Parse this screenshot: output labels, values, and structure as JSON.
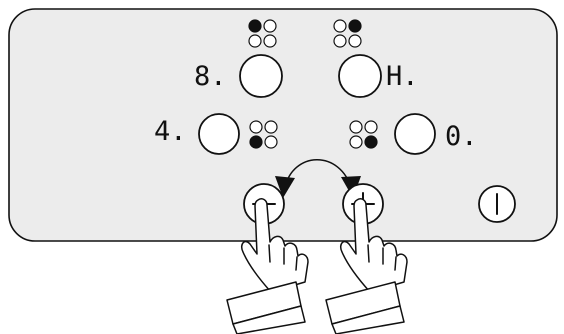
{
  "zones": {
    "rear_left": {
      "display": "8.",
      "dots_on": [
        0
      ]
    },
    "rear_right": {
      "display": "H.",
      "dots_on": [
        1
      ]
    },
    "front_left": {
      "display": "4.",
      "dots_on": [
        2
      ]
    },
    "front_right": {
      "display": "0.",
      "dots_on": [
        3
      ]
    }
  },
  "controls": {
    "minus_label": "−",
    "plus_label": "+",
    "power_label": "I"
  },
  "icons": {
    "minus": "minus-icon",
    "plus": "plus-icon",
    "power": "power-icon",
    "arrow": "curved-double-arrow-icon",
    "hand": "pointing-hand-icon"
  },
  "colors": {
    "panel": "#ececec",
    "ink": "#111111",
    "button": "#ffffff"
  }
}
